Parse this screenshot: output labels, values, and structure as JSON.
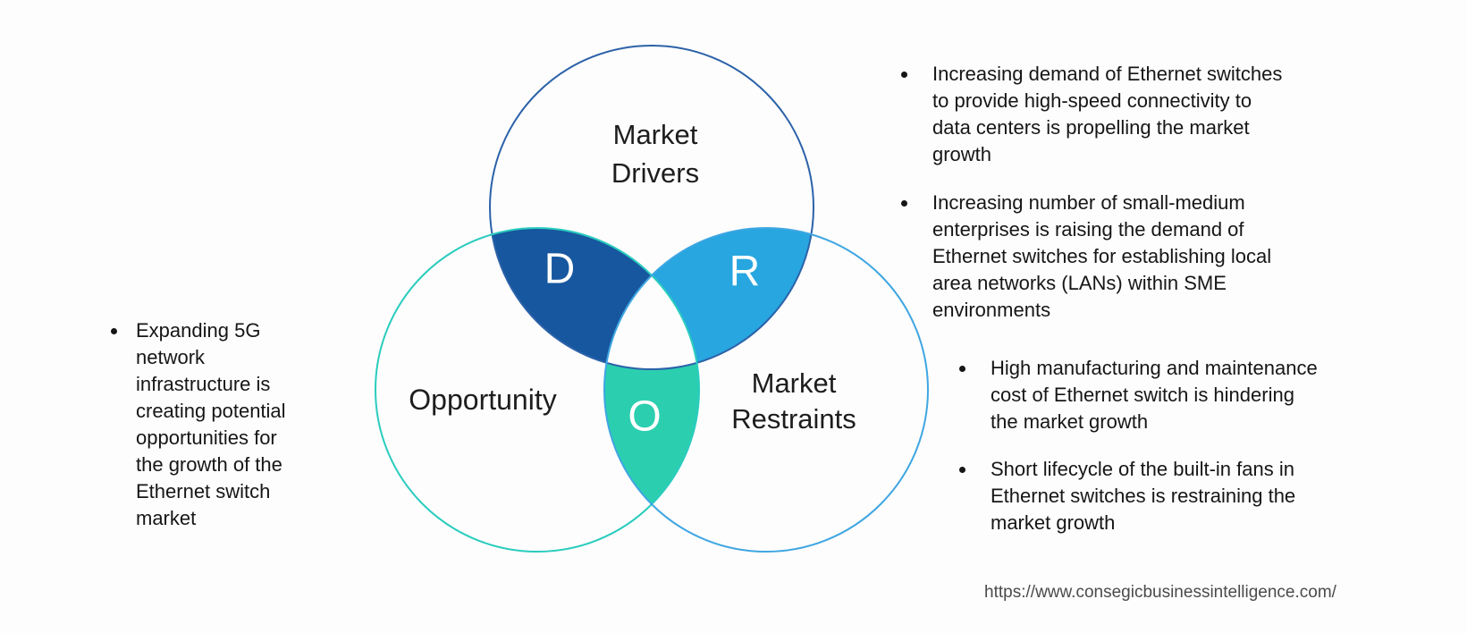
{
  "diagram": {
    "title_hint": "DRO analysis venn",
    "circles": {
      "drivers": {
        "label": "Market\nDrivers",
        "letter": "D",
        "stroke": "#2c62a9",
        "fill": "#17579f"
      },
      "opportunity": {
        "label": "Opportunity",
        "letter": "O",
        "stroke": "#2accbe",
        "fill": "#2bcfb0"
      },
      "restraints": {
        "label": "Market\nRestraints",
        "letter": "R",
        "stroke": "#3ea6e2",
        "fill": "#27a6e0"
      }
    },
    "center_fill": "#fdfdfd"
  },
  "left_notes": {
    "items": [
      {
        "text": "Expanding 5G\nnetwork\ninfrastructure is\ncreating potential\nopportunities for\nthe growth of the\nEthernet switch\nmarket"
      }
    ]
  },
  "right_notes_primary": {
    "items": [
      {
        "text": "Increasing demand of Ethernet switches\nto provide high-speed connectivity to\ndata centers is propelling the market\ngrowth"
      },
      {
        "text": "Increasing number of small-medium\nenterprises is raising the demand of\nEthernet switches for establishing local\narea networks (LANs) within SME\nenvironments"
      }
    ]
  },
  "right_notes_secondary": {
    "items": [
      {
        "text": "High manufacturing and maintenance\ncost of Ethernet switch is hindering\nthe market growth"
      },
      {
        "text": "Short lifecycle of the built-in fans in\nEthernet switches is restraining the\nmarket growth"
      }
    ]
  },
  "footer": {
    "url": "https://www.consegicbusinessintelligence.com/"
  }
}
